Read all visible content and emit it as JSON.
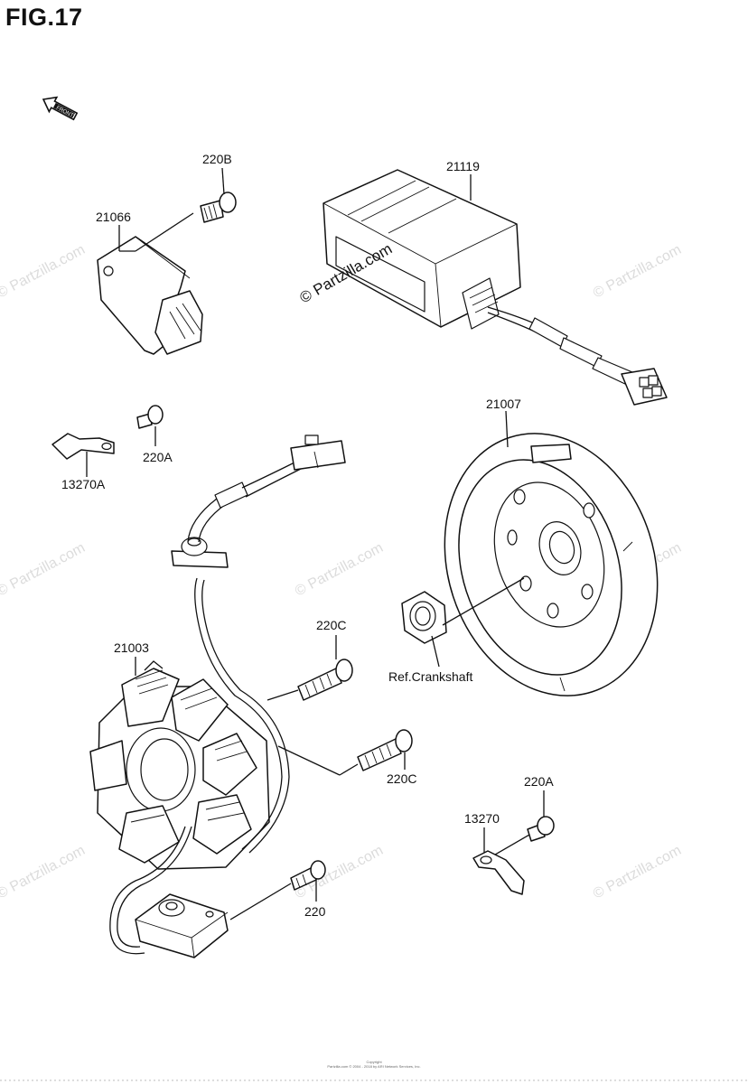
{
  "figure": {
    "title": "FIG.17"
  },
  "front_marker": {
    "text": "FRONT",
    "icon": "front-arrow-icon"
  },
  "callouts": {
    "c220b": "220B",
    "c21119": "21119",
    "c21066": "21066",
    "c21007": "21007",
    "c220a_left": "220A",
    "c13270a": "13270A",
    "c220c_upper": "220C",
    "c21003": "21003",
    "c_ref_crankshaft": "Ref.Crankshaft",
    "c220c_lower": "220C",
    "c220a_right": "220A",
    "c13270": "13270",
    "c220": "220"
  },
  "watermarks": {
    "overlay": "© Partzilla.com",
    "repeat": "© Partzilla.com"
  },
  "footer": {
    "line1": "Copyright",
    "line2": "Partzilla.com © 2004 - 2018 by ARI Network Services, Inc."
  }
}
